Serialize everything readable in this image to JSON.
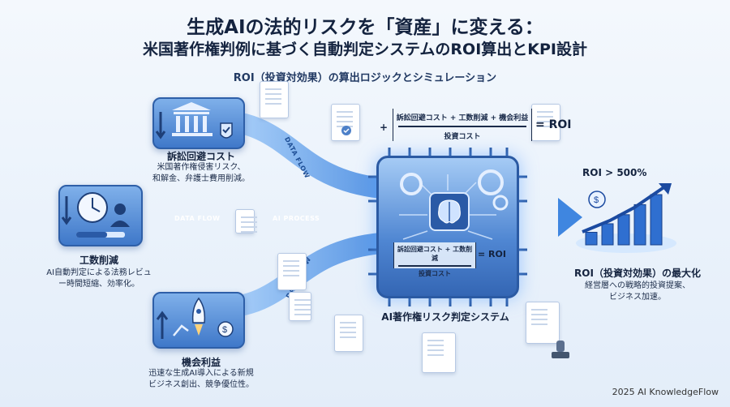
{
  "header": {
    "title_line1": "生成AIの法的リスクを「資産」に変える：",
    "title_line2": "米国著作権判例に基づく自動判定システムのROI算出とKPI設計",
    "subtitle": "ROI（投資対効果）の算出ロジックとシミュレーション"
  },
  "inputs": [
    {
      "label": "訴訟回避コスト",
      "desc_line1": "米国著作権侵害リスク、",
      "desc_line2": "和解金、弁護士費用削減。"
    },
    {
      "label": "工数削減",
      "desc_line1": "AI自動判定による法務レビュ",
      "desc_line2": "ー時間短縮、効率化。"
    },
    {
      "label": "機会利益",
      "desc_line1": "迅速な生成AI導入による新規",
      "desc_line2": "ビジネス創出、競争優位性。"
    }
  ],
  "flow": {
    "data_flow": "DATA FLOW",
    "ai_process": "AI PROCESS"
  },
  "formula_top": {
    "plus": "+",
    "numerator": "訴訟回避コスト + 工数削減 + 機会利益",
    "denominator": "投資コスト",
    "equals": "= ROI"
  },
  "chip": {
    "numerator": "訴訟回避コスト + 工数削減",
    "denominator": "投資コスト",
    "equals": "= ROI",
    "label": "AI著作権リスク判定システム"
  },
  "output": {
    "roi_badge": "ROI > 500%",
    "label": "ROI（投資対効果）の最大化",
    "desc_line1": "経営層への戦略的投資提案、",
    "desc_line2": "ビジネス加速。",
    "bar_levels": [
      0.25,
      0.42,
      0.6,
      0.8,
      1.0
    ]
  },
  "footer": "2025 AI KnowledgeFlow",
  "colors": {
    "accent": "#2f6fd0",
    "flow": "#6fb0f5",
    "dark": "#14233f"
  }
}
